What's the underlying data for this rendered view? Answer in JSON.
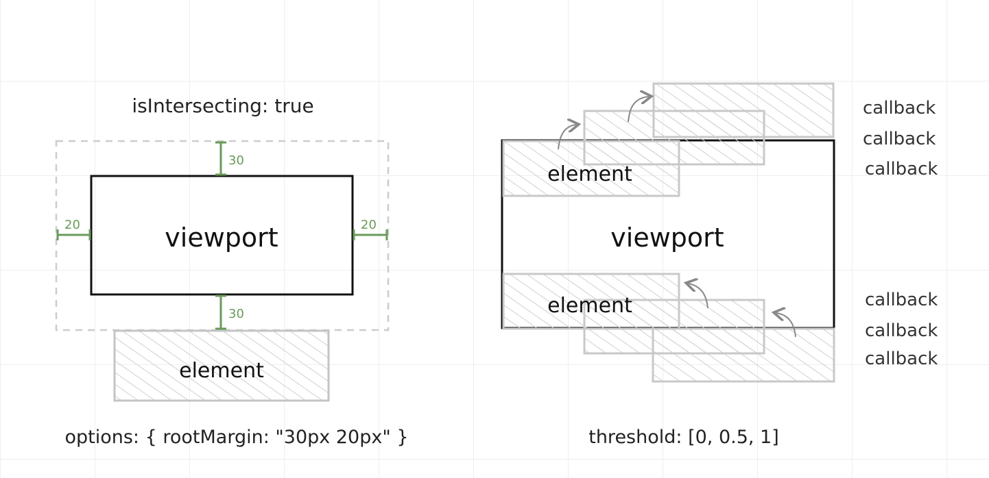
{
  "left": {
    "status_text": "isIntersecting: true",
    "viewport_label": "viewport",
    "element_label": "element",
    "margin_top": "30",
    "margin_bottom": "30",
    "margin_left": "20",
    "margin_right": "20",
    "options_text": "options: { rootMargin: \"30px 20px\" }"
  },
  "right": {
    "viewport_label": "viewport",
    "element_top_label": "element",
    "element_bottom_label": "element",
    "callbacks_top": [
      "callback",
      "callback",
      "callback"
    ],
    "callbacks_bottom": [
      "callback",
      "callback",
      "callback"
    ],
    "threshold_text": "threshold: [0, 0.5, 1]"
  },
  "colors": {
    "dimension": "#6a9a5a",
    "element_stroke": "#c4c4c4",
    "hatch": "#cfcfcf",
    "viewport_stroke": "#111111",
    "dashed_margin": "#cccccc"
  }
}
